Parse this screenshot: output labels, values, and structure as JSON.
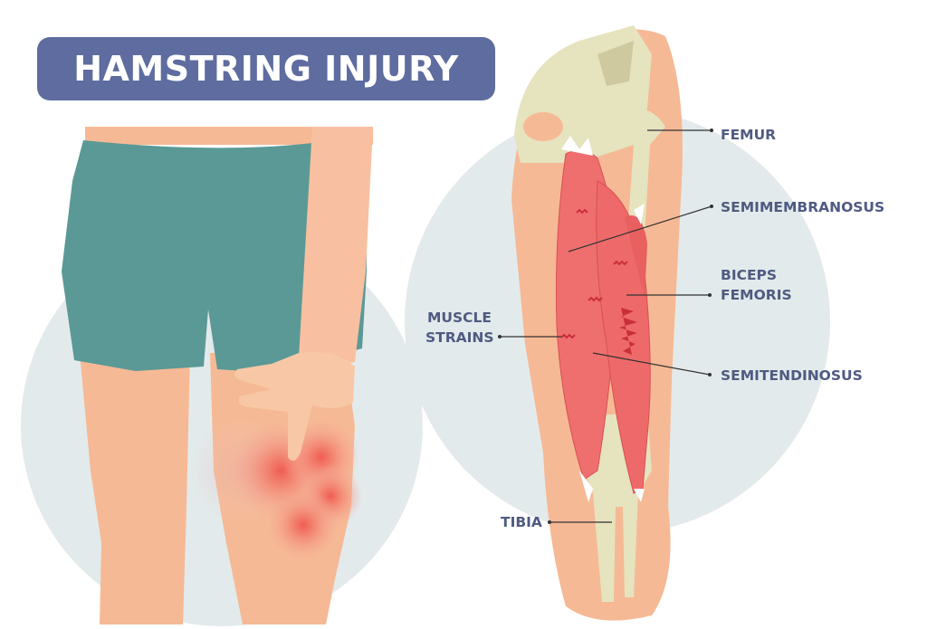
{
  "title": "HAMSTRING INJURY",
  "colors": {
    "banner": "#5e6c9f",
    "label_text": "#4f5b82",
    "background_circle": "#e3eaeb",
    "skin": "#f6b995",
    "skin_light": "#f8c8a6",
    "shorts": "#5a9996",
    "bone": "#e6e3bf",
    "bone_shadow": "#cfc9a0",
    "muscle": "#ef6f6f",
    "muscle_dark": "#c92f3a",
    "pain": "#f0574f",
    "leader_line": "#333333"
  },
  "labels": {
    "femur": "FEMUR",
    "semimembranosus": "SEMIMEMBRANOSUS",
    "biceps_femoris_line1": "BICEPS",
    "biceps_femoris_line2": "FEMORIS",
    "muscle_strains_line1": "MUSCLE",
    "muscle_strains_line2": "STRAINS",
    "semitendinosus": "SEMITENDINOSUS",
    "tibia": "TIBIA"
  },
  "left_illustration": {
    "description": "Person in teal shorts touching back of thigh",
    "pain_points": 4
  },
  "right_illustration": {
    "description": "Anatomical view of hamstring muscles over femur and tibia",
    "strain_marks": 5
  }
}
